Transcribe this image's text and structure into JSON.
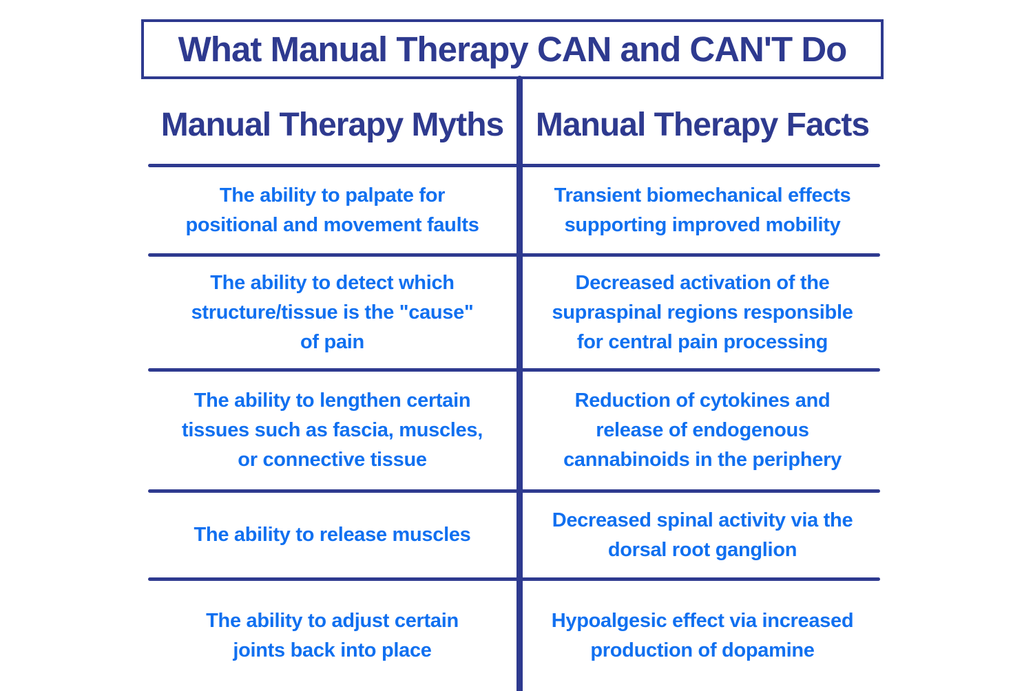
{
  "title": "What Manual Therapy CAN and CAN'T Do",
  "colors": {
    "navy": "#2E3A8F",
    "blue": "#1170F0"
  },
  "table": {
    "myths": {
      "header": "Manual Therapy Myths",
      "rows": [
        "The ability to palpate for\npositional and movement faults",
        "The ability to detect which\nstructure/tissue is the \"cause\"\nof pain",
        "The ability to lengthen certain\ntissues such as fascia, muscles,\nor connective tissue",
        "The ability to release muscles",
        "The ability to adjust certain\njoints back into place"
      ]
    },
    "facts": {
      "header": "Manual Therapy Facts",
      "rows": [
        "Transient biomechanical effects\nsupporting improved mobility",
        "Decreased activation of the\nsupraspinal regions responsible\nfor central pain processing",
        "Reduction of cytokines and\nrelease of endogenous\ncannabinoids in the periphery",
        "Decreased spinal activity via the\ndorsal root ganglion",
        "Hypoalgesic effect via increased\nproduction of dopamine"
      ]
    }
  }
}
